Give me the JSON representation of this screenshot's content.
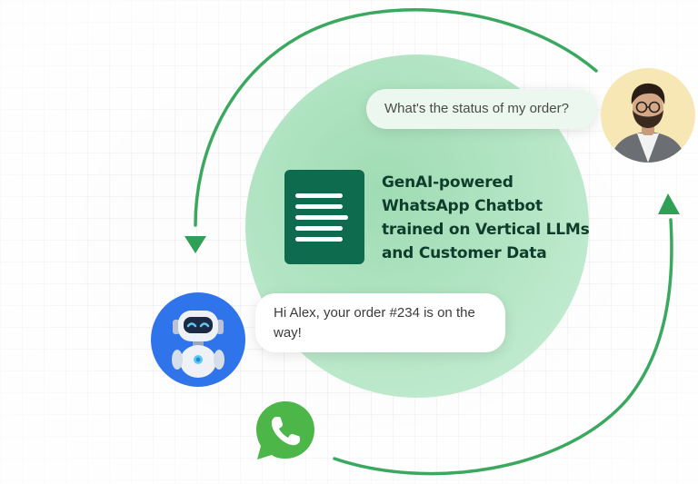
{
  "headline": {
    "line1": "GenAI-powered",
    "line2": "WhatsApp Chatbot",
    "line3": "trained on Vertical LLMs",
    "line4": "and Customer Data"
  },
  "messages": {
    "user_question": "What's the status of my order?",
    "bot_reply": "Hi Alex, your order #234 is on the way!"
  },
  "icons": {
    "document": "document-lines-icon",
    "user": "user-avatar-icon",
    "bot": "robot-avatar-icon",
    "whatsapp": "whatsapp-icon",
    "arrow_down": "arrow-down-icon",
    "arrow_up": "arrow-up-icon"
  },
  "colors": {
    "ring_green": "#3aa85f",
    "circle_green": "#b6e6c6",
    "doc_green": "#0e6b4e",
    "headline_text": "#0f3d2b",
    "bot_blue": "#2f74ea",
    "user_bg": "#f7e7b5",
    "whatsapp_green": "#4cb748"
  }
}
